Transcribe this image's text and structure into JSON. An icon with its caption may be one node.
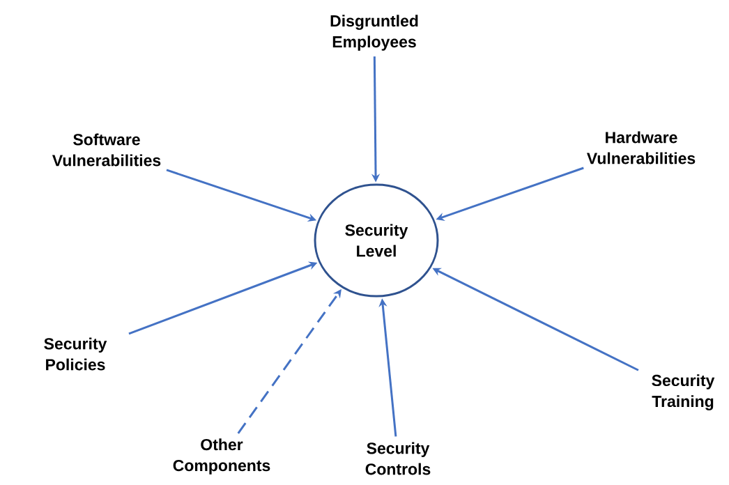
{
  "diagram": {
    "nodes": [
      {
        "text": [
          "Security Level"
        ]
      },
      {
        "text": [
          "Disgruntled Employees"
        ]
      },
      {
        "text": [
          "Software Vulnerabilities"
        ]
      },
      {
        "text": [
          "Hardware Vulnerabilities"
        ]
      },
      {
        "text": [
          "Security Policies"
        ]
      },
      {
        "text": [
          "Other Components"
        ]
      },
      {
        "text": [
          "Security Controls"
        ]
      },
      {
        "text": [
          "Security Training"
        ]
      }
    ],
    "edges": [
      {
        "from": 1,
        "to": 0,
        "arrow": "to"
      },
      {
        "from": 2,
        "to": 0,
        "arrow": "to"
      },
      {
        "from": 3,
        "to": 0,
        "arrow": "to"
      },
      {
        "from": 4,
        "to": 0,
        "arrow": "to"
      },
      {
        "from": 5,
        "to": 0,
        "arrow": "to",
        "style": "dashed"
      },
      {
        "from": 6,
        "to": 0,
        "arrow": "to"
      },
      {
        "from": 7,
        "to": 0,
        "arrow": "to"
      }
    ]
  }
}
